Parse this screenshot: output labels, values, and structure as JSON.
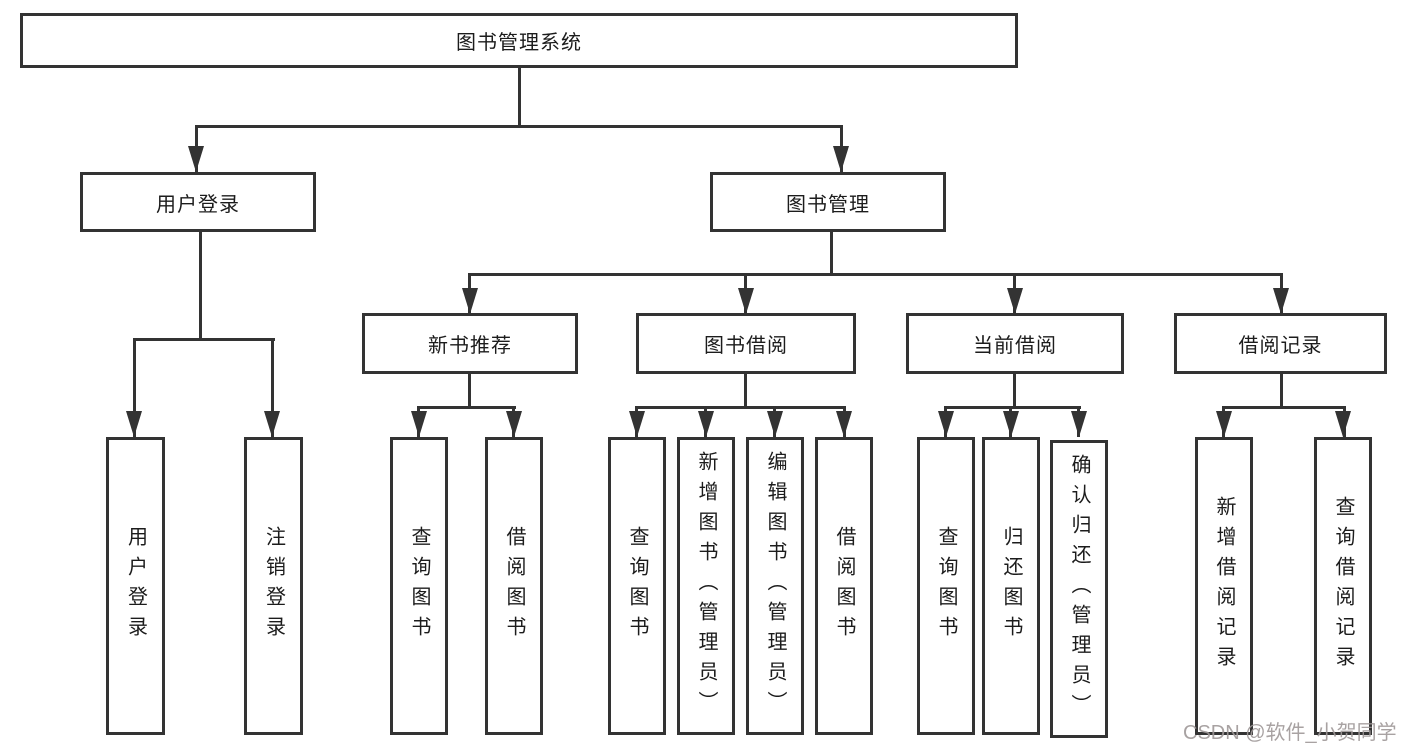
{
  "diagram_title": "图书管理系统",
  "tree": {
    "root": "图书管理系统",
    "branches": [
      {
        "label": "用户登录",
        "children": [
          "用户登录",
          "注销登录"
        ]
      },
      {
        "label": "图书管理",
        "children": [
          {
            "label": "新书推荐",
            "children": [
              "查询图书",
              "借阅图书"
            ]
          },
          {
            "label": "图书借阅",
            "children": [
              "查询图书",
              "新增图书（管理员）",
              "编辑图书（管理员）",
              "借阅图书"
            ]
          },
          {
            "label": "当前借阅",
            "children": [
              "查询图书",
              "归还图书",
              "确认归还（管理员）"
            ]
          },
          {
            "label": "借阅记录",
            "children": [
              "新增借阅记录",
              "查询借阅记录"
            ]
          }
        ]
      }
    ]
  },
  "watermark": "CSDN @软件_小贺同学",
  "colors": {
    "line": "#333333",
    "box_border": "#333333",
    "text": "#1c1c1c",
    "watermark": "#9e9898",
    "background": "#ffffff"
  }
}
